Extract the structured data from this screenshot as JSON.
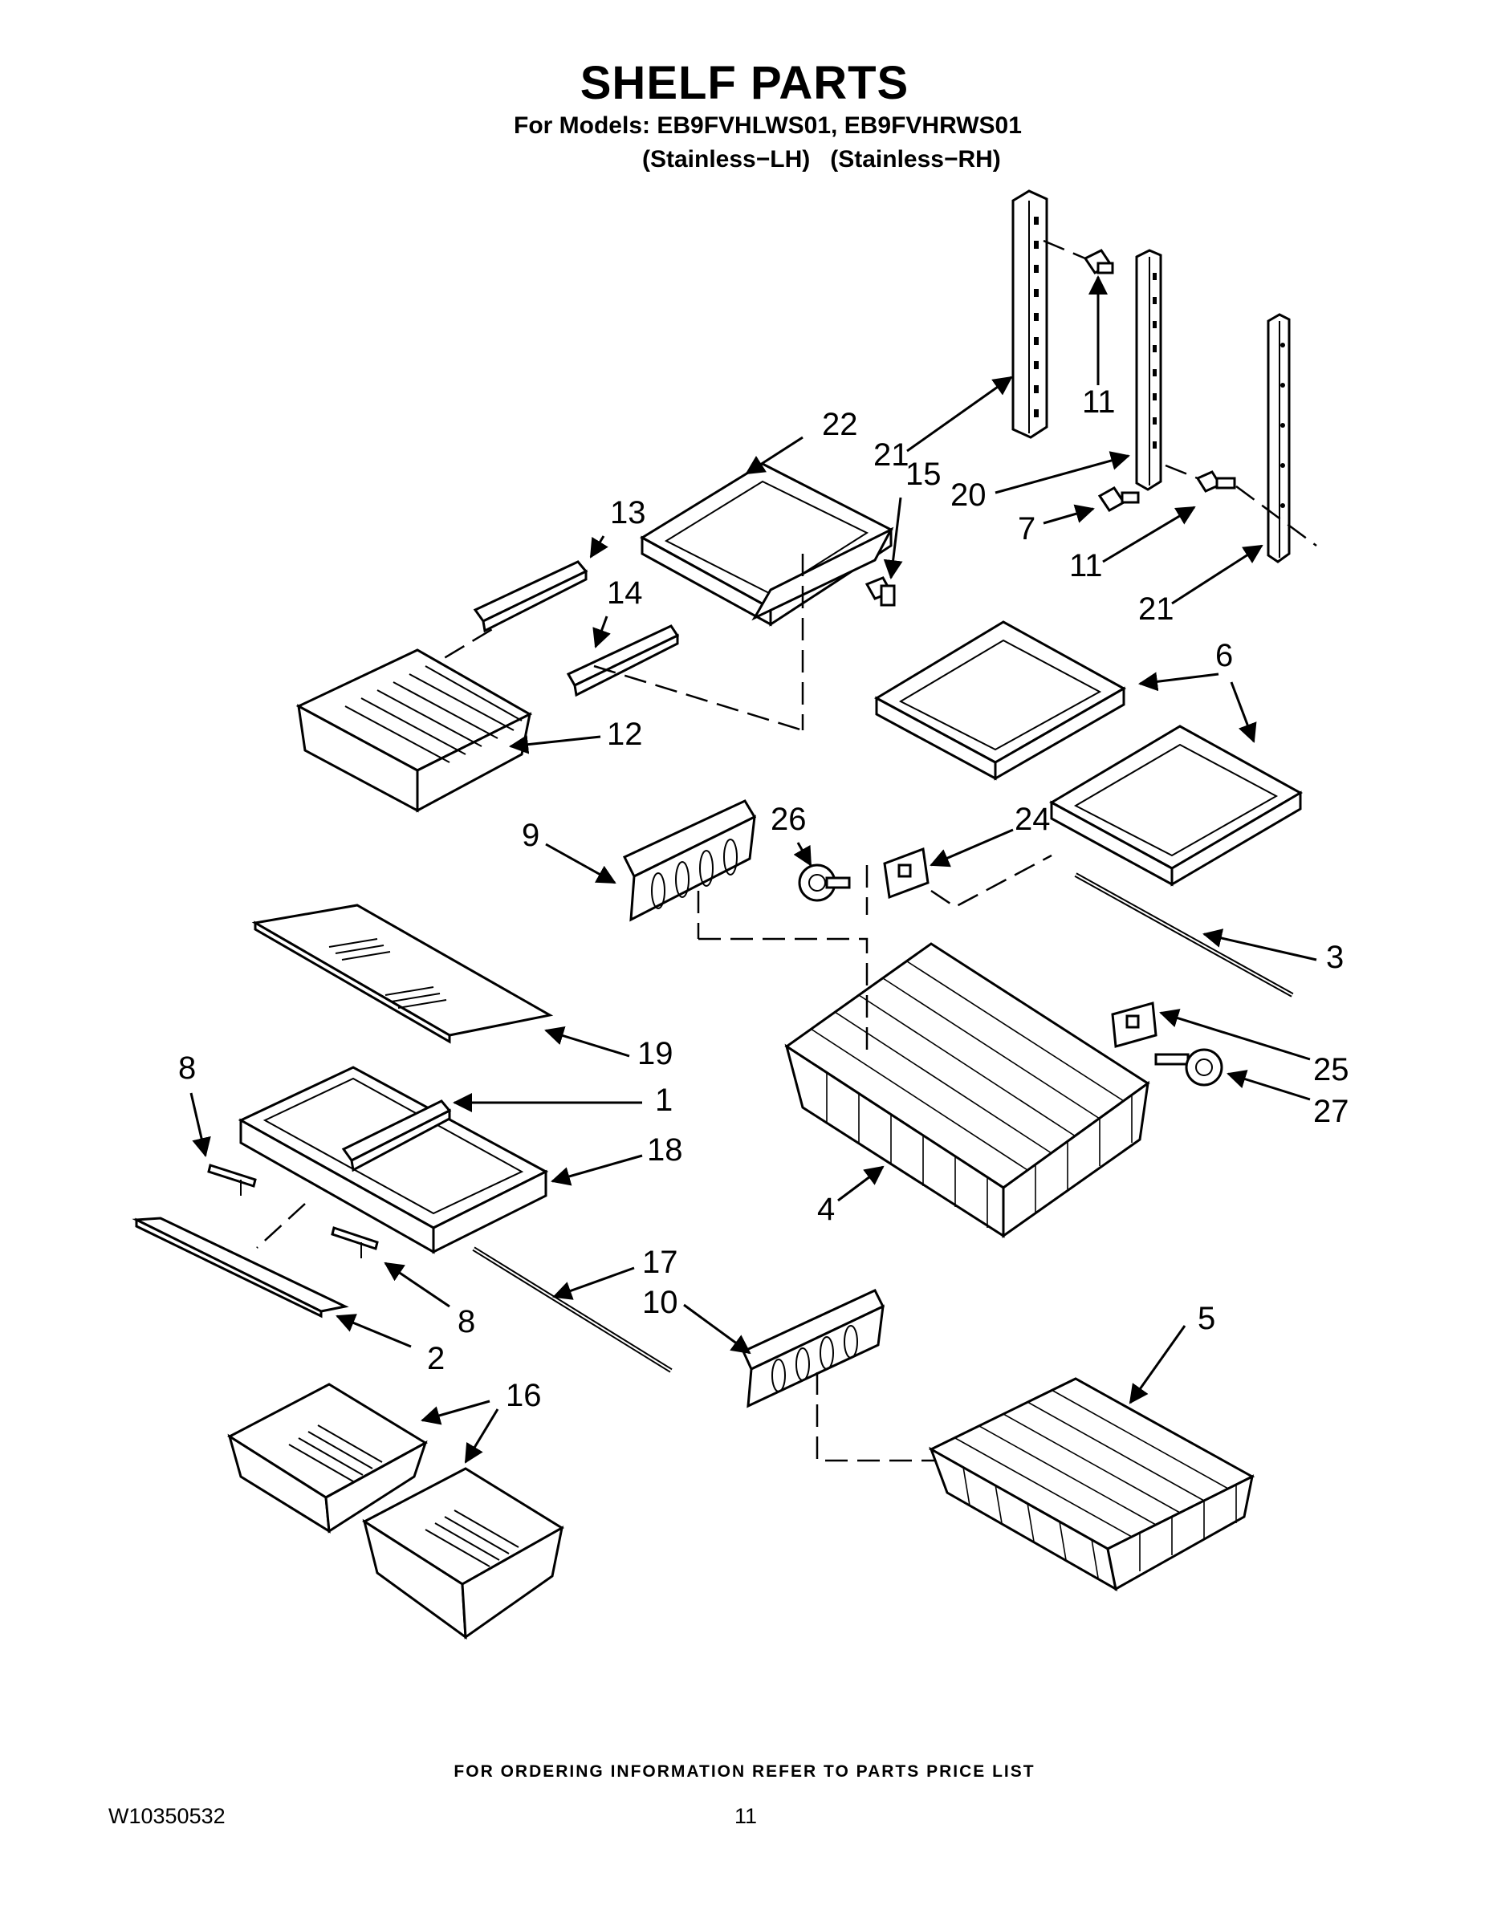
{
  "header": {
    "title": "SHELF PARTS",
    "models_line": "For Models: EB9FVHLWS01, EB9FVHRWS01",
    "variants_line": "(Stainless−LH)   (Stainless−RH)"
  },
  "callouts": {
    "c22": "22",
    "c21a": "21",
    "c15": "15",
    "c11a": "11",
    "c20": "20",
    "c7": "7",
    "c11b": "11",
    "c21b": "21",
    "c13": "13",
    "c14": "14",
    "c12": "12",
    "c6": "6",
    "c9": "9",
    "c26": "26",
    "c24": "24",
    "c3": "3",
    "c19": "19",
    "c8a": "8",
    "c1": "1",
    "c18": "18",
    "c25": "25",
    "c27": "27",
    "c4": "4",
    "c17": "17",
    "c8b": "8",
    "c10": "10",
    "c2": "2",
    "c5": "5",
    "c16": "16"
  },
  "footer": {
    "note": "FOR ORDERING INFORMATION REFER TO PARTS PRICE LIST",
    "doc_number": "W10350532",
    "page_number": "11"
  }
}
